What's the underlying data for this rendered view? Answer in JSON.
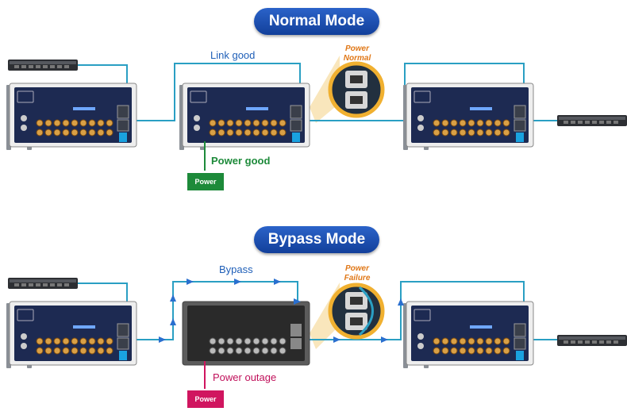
{
  "normal": {
    "title": "Normal Mode",
    "link_label": "Link good",
    "power_status": [
      "Power",
      "Normal"
    ],
    "power_good_label": "Power good",
    "power_box": "Power",
    "colors": {
      "link": "#2a9fc3",
      "power": "#1d8a3a",
      "status": "#e07818"
    }
  },
  "bypass": {
    "title": "Bypass Mode",
    "link_label": "Bypass",
    "power_status": [
      "Power",
      "Failure"
    ],
    "power_outage_label": "Power outage",
    "power_box": "Power",
    "colors": {
      "link": "#2a9fc3",
      "power": "#d0155f",
      "status": "#e07818"
    }
  },
  "icons": [
    "network-switch-icon",
    "industrial-switch-icon",
    "bypass-port-zoom-icon",
    "power-supply-icon",
    "arrow-icon"
  ]
}
